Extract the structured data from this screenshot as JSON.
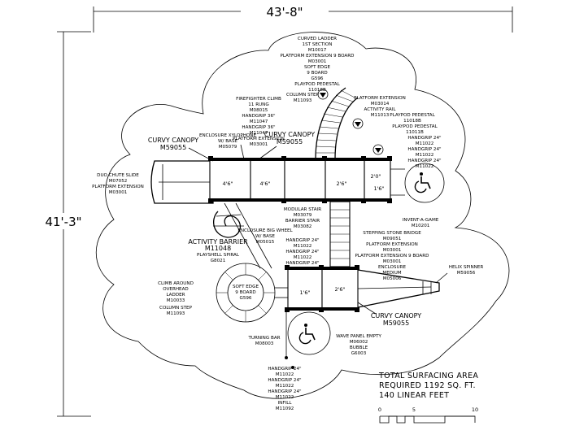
{
  "dimensions": {
    "width_label": "43'-8\"",
    "height_label": "41'-3\""
  },
  "platform_sizes": {
    "left_1": "4'6\"",
    "left_2": "4'6\"",
    "center": "2'6\"",
    "right_top": "2'0\"",
    "right_bottom": "1'6\"",
    "lower_left": "1'6\"",
    "lower_right": "2'6\""
  },
  "components": {
    "curved_ladder": [
      "CURVED LADDER",
      "1ST SECTION",
      "M10017",
      "PLATFORM EXTENSION 9 BOARD",
      "M03001",
      "SOFT EDGE",
      "9 BOARD",
      "G596",
      "PLAYPOD PEDESTAL",
      "11018B"
    ],
    "column_step_top": [
      "COLUMN STEP",
      "M11093"
    ],
    "firefighter_climb": [
      "FIREFIGHTER CLIMB",
      "11 RUNG",
      "M08015",
      "HANDGRIP 36\"",
      "M11047",
      "HANDGRIP 36\"",
      "M11047",
      "PLATFORM EXTENSION",
      "M03001"
    ],
    "platform_extension_top": [
      "PLATFORM EXTENSION",
      "M03014",
      "ACTIVITY RAIL",
      "M11013"
    ],
    "playpod_pedestal_right": [
      "PLAYPOD PEDESTAL",
      "11018B",
      "PLAYPOD PEDESTAL",
      "11011B",
      "HANDGRIP 24\"",
      "M11022",
      "HANDGRIP 24\"",
      "M11022",
      "HANDGRIP 24\"",
      "M11022"
    ],
    "curvy_canopy_left": [
      "CURVY CANOPY",
      "M59055"
    ],
    "enclosure_xylophone": [
      "ENCLOSURE XYLOPHONE",
      "W/ BASE",
      "M05079"
    ],
    "curvy_canopy_center": [
      "CURVY CANOPY",
      "M59055"
    ],
    "duo_chute_slide": [
      "DUO CHUTE SLIDE",
      "M07052",
      "PLATFORM EXTENSION",
      "M03001"
    ],
    "modular_stair": [
      "MODULAR STAIR",
      "M03079",
      "BARRIER STAIR",
      "M03082"
    ],
    "invent_a_game": [
      "INVENT-A-GAME",
      "M10201"
    ],
    "enclosure_big_wheel": [
      "ENCLOSURE BIG WHEEL",
      "W/ BASE",
      "M05015"
    ],
    "handgrip_center": [
      "HANDGRIP 24\"",
      "M11022",
      "HANDGRIP 24\"",
      "M11022",
      "HANDGRIP 24\"",
      "M11022"
    ],
    "stepping_stone_bridge": [
      "STEPPING STONE BRIDGE",
      "M09051",
      "PLATFORM EXTENSION",
      "M03001",
      "PLATFORM EXTENSION 9 BOARD",
      "M03001",
      "ENCLOSURE",
      "MEDIUM",
      "M05006"
    ],
    "activity_barrier": [
      "ACTIVITY BARRIER",
      "M11048",
      "PLAYSHELL SPIRAL",
      "G8021"
    ],
    "helix_spinner": [
      "HELIX SPINNER",
      "M59056"
    ],
    "climb_around": [
      "CLIMB AROUND",
      "OVERHEAD",
      "LADDER",
      "M10033",
      "COLUMN STEP",
      "M11093"
    ],
    "soft_edge": [
      "SOFT EDGE",
      "9 BOARD",
      "G596"
    ],
    "curvy_canopy_bottom": [
      "CURVY CANOPY",
      "M59055"
    ],
    "turning_bar": [
      "TURNING BAR",
      "M08003"
    ],
    "wave_panel": [
      "WAVE PANEL EMPTY",
      "M06002",
      "BUBBLE",
      "G6003"
    ],
    "handgrip_bottom": [
      "HANDGRIP 24\"",
      "M11022",
      "HANDGRIP 24\"",
      "M11022",
      "HANDGRIP 24\"",
      "M11022",
      "INFILL",
      "M11092"
    ]
  },
  "notes": {
    "line1": "TOTAL SURFACING AREA",
    "line2": "REQUIRED 1192 SQ. FT.",
    "line3": "140 LINEAR FEET"
  },
  "scale": {
    "ticks": [
      "0",
      "5",
      "10"
    ]
  },
  "icons": {
    "accessible": "wheelchair-icon"
  }
}
